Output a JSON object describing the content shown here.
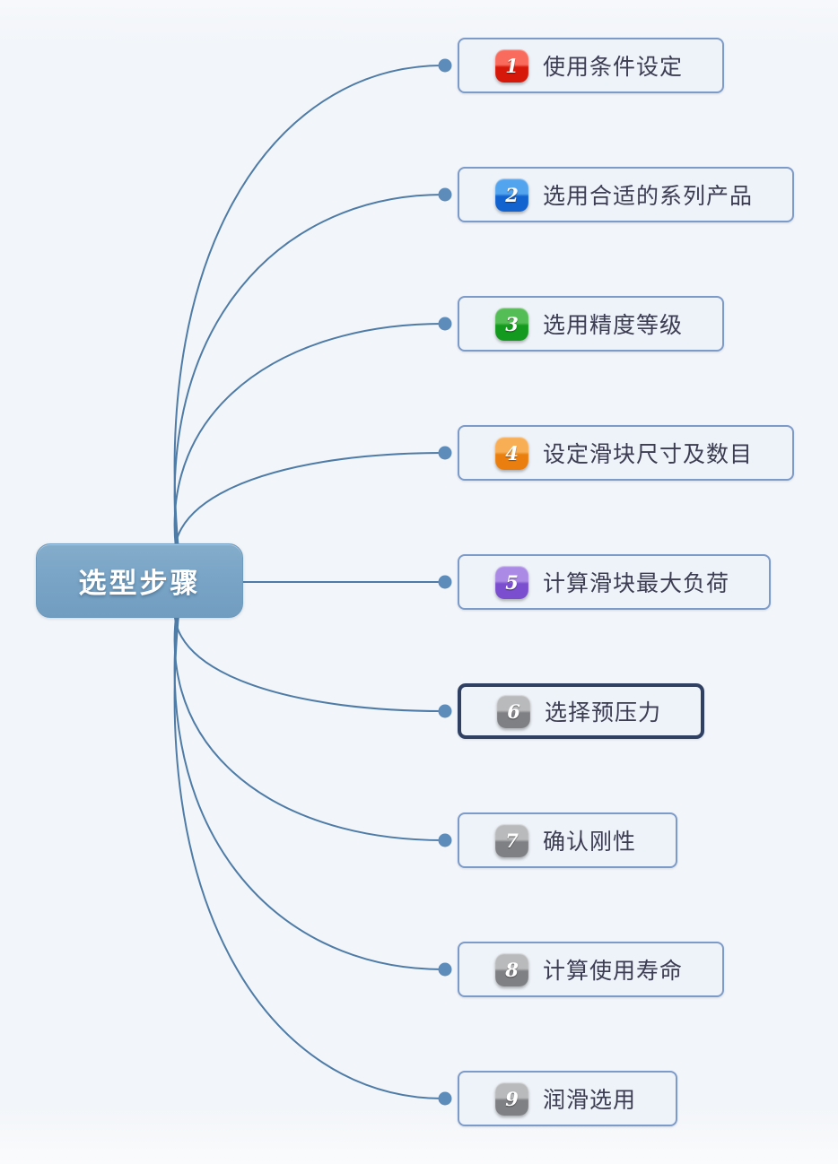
{
  "root": {
    "label": "选型步骤"
  },
  "theme": {
    "line_color": "#4f7ca6",
    "dot_color": "#5e8cba",
    "node_bg": "#eef3f9",
    "node_border": "#7d9bc9",
    "selected_border": "#2f4062",
    "node_text": "#3c3c52",
    "root_text": "#ffffff"
  },
  "steps": [
    {
      "number": "1",
      "label": "使用条件设定",
      "badge_top": "#f96b5c",
      "badge_bottom": "#d6180a",
      "selected": false
    },
    {
      "number": "2",
      "label": "选用合适的系列产品",
      "badge_top": "#53a4ee",
      "badge_bottom": "#1263cf",
      "selected": false
    },
    {
      "number": "3",
      "label": "选用精度等级",
      "badge_top": "#55bd55",
      "badge_bottom": "#149a1e",
      "selected": false
    },
    {
      "number": "4",
      "label": "设定滑块尺寸及数目",
      "badge_top": "#f8ae55",
      "badge_bottom": "#ea7f0f",
      "selected": false
    },
    {
      "number": "5",
      "label": "计算滑块最大负荷",
      "badge_top": "#ab8ae6",
      "badge_bottom": "#7b4ecf",
      "selected": false
    },
    {
      "number": "6",
      "label": "选择预压力",
      "badge_top": "#b9babc",
      "badge_bottom": "#7f8084",
      "selected": true
    },
    {
      "number": "7",
      "label": "确认刚性",
      "badge_top": "#b9babc",
      "badge_bottom": "#7f8084",
      "selected": false
    },
    {
      "number": "8",
      "label": "计算使用寿命",
      "badge_top": "#b9babc",
      "badge_bottom": "#7f8084",
      "selected": false
    },
    {
      "number": "9",
      "label": "润滑选用",
      "badge_top": "#b9babc",
      "badge_bottom": "#7f8084",
      "selected": false
    }
  ]
}
